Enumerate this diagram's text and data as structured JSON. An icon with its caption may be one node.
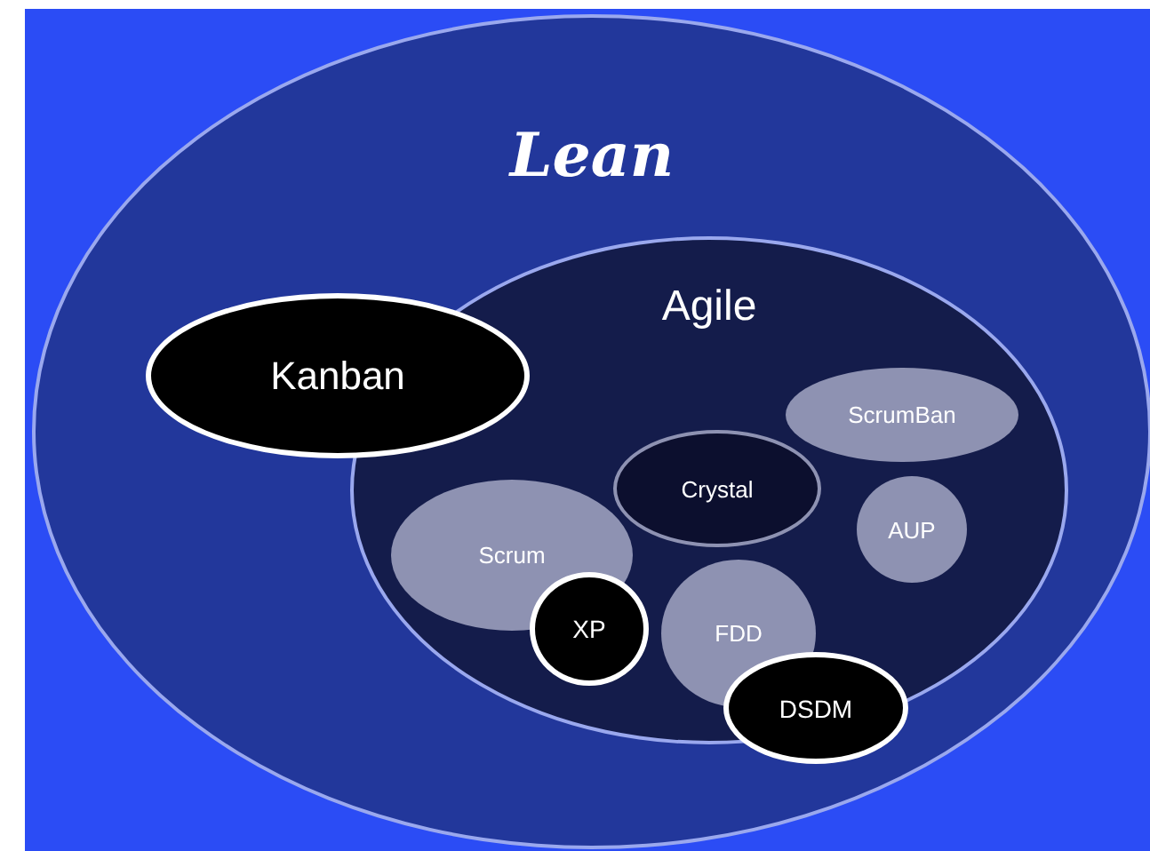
{
  "diagram": {
    "nodes": [
      {
        "text": [
          "Lean"
        ]
      },
      {
        "text": [
          "Agile"
        ],
        "in": 0
      },
      {
        "text": [
          "Kanban"
        ],
        "in": 0
      },
      {
        "text": [
          "ScrumBan"
        ],
        "in": 1
      },
      {
        "text": [
          "Crystal"
        ],
        "in": 1
      },
      {
        "text": [
          "AUP"
        ],
        "in": 1
      },
      {
        "text": [
          "Scrum"
        ],
        "in": 1
      },
      {
        "text": [
          "XP"
        ],
        "in": 1
      },
      {
        "text": [
          "FDD"
        ],
        "in": 1
      },
      {
        "text": [
          "DSDM"
        ],
        "in": 0
      }
    ]
  }
}
